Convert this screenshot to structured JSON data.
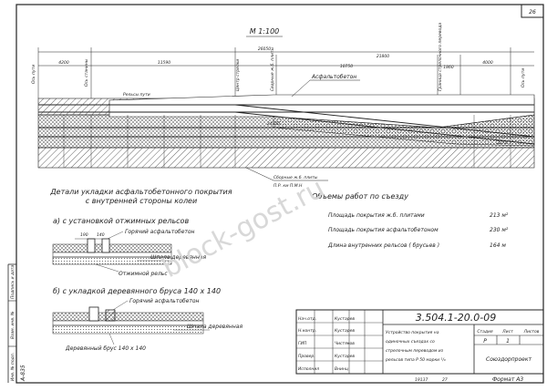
{
  "sheet_number": "26",
  "scale": "М 1:100",
  "plan": {
    "top_dims": [
      "4200",
      "11590",
      "26050",
      "21800",
      "10750",
      "1860",
      "4000"
    ],
    "vertical_labels": [
      "Ось пути",
      "Ось станины",
      "Центр стрелки",
      "Сварные ж.б. плиты",
      "Граница стрелочного перевода",
      "Ось пути"
    ],
    "asphalt_label": "Асфальтобетон",
    "rails_label": "Рельсы пути",
    "bottom_dim": "24100",
    "slabs_label": "Сборные ж.б. плиты",
    "slabs_sub": "П.Р.   км П.М.Н",
    "right_dim": "2270"
  },
  "details": {
    "title_line1": "Детали укладки асфальтобетонного покрытия",
    "title_line2": "с внутренней стороны колеи",
    "a": {
      "title": "а) с установкой отжимных рельсов",
      "hot_asphalt": "Горячий асфальтобетон",
      "tie": "Шпала деревянная",
      "rail": "Отжимной рельс",
      "dims": [
        "190",
        "140"
      ]
    },
    "b": {
      "title": "б) с укладкой деревянного бруса 140 х 140",
      "hot_asphalt": "Горячий асфальтобетон",
      "tie": "Шпала деревянная",
      "beam": "Деревянный брус 140 х 140"
    }
  },
  "volumes": {
    "title": "Объемы работ по съезду",
    "rows": [
      {
        "label": "Площадь   покрытия   ж.б. плитами",
        "value": "213 м²"
      },
      {
        "label": "Площадь   покрытия   асфальтобетоном",
        "value": "230 м²"
      },
      {
        "label": "Длина   внутренних   рельсов  ( брусьев )",
        "value": "164 м"
      }
    ]
  },
  "stamp": {
    "code": "3.504.1-20.0-09",
    "description": [
      "Устройство покрытия на",
      "одиночных съездах со",
      "стрелочным переводом из",
      "рельсов типа  Р 50 марки ¹/₉"
    ],
    "stage_head": "Стадия",
    "sheet_head": "Лист",
    "sheets_head": "Листов",
    "stage": "Р",
    "sheet": "1",
    "org": "Союздорпроект",
    "roles": [
      {
        "role": "Нач.отд.",
        "name": "Кустарев"
      },
      {
        "role": "Н.контр.",
        "name": "Кустарев"
      },
      {
        "role": "ГИП",
        "name": "Чистяков"
      },
      {
        "role": "Провер.",
        "name": "Кустарев"
      },
      {
        "role": "Исполнил",
        "name": "Внинц"
      }
    ],
    "left_margin": [
      "Взам. инв. №",
      "Подпись и дата",
      "Инв. № подл."
    ],
    "left_code": "А-835"
  },
  "footer": {
    "number": "19137",
    "page": "27",
    "format": "Формат А3"
  },
  "watermark": "block-gost.ru",
  "colors": {
    "ink": "#222222",
    "hatch": "#555555"
  }
}
